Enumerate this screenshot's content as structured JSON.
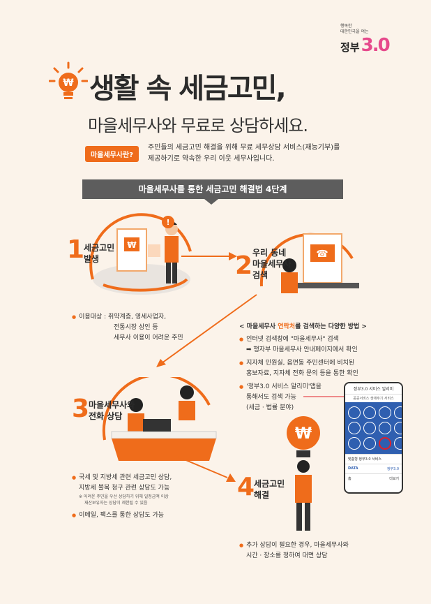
{
  "logo": {
    "line1": "행복한",
    "line2": "대한민국을 여는",
    "main": "정부",
    "num": "3.0"
  },
  "title": {
    "main": "생활 속 세금고민,",
    "sub": "마을세무사와 무료로 상담하세요."
  },
  "intro": {
    "pill": "마을세무사란?",
    "line1": "주민들의 세금고민 해결을 위해 무료 세무상담 서비스(재능기부)를",
    "line2": "제공하기로 약속한 우리 이웃 세무사입니다."
  },
  "banner": "마을세무사를 통한 세금고민 해결법 4단계",
  "steps": {
    "s1": {
      "num": "1",
      "l1": "세금고민",
      "l2": "발생"
    },
    "s2": {
      "num": "2",
      "l1": "우리 동네",
      "l2": "마을세무사",
      "l3": "검색"
    },
    "s3": {
      "num": "3",
      "l1": "마을세무사와",
      "l2": "전화 상담"
    },
    "s4": {
      "num": "4",
      "l1": "세금고민",
      "l2": "해결"
    }
  },
  "notes1": {
    "l1": "이용대상 : 취약계층, 영세사업자,",
    "l2": "전통시장 상인 등",
    "l3": "세무사 이용이 어려운 주민"
  },
  "notes2": {
    "head_pre": "< 마을세무사 ",
    "head_hl": "연락처",
    "head_post": "를 검색하는 다양한 방법 >",
    "a1": "인터넷 검색창에 \"마을세무사\" 검색",
    "a2": "➡ 행자부 마을세무사 안내페이지에서 확인",
    "b1": "지자체 민원실, 읍면동 주민센터에 비치된",
    "b2": "홍보자료, 지자체 전화 문의 등을 통한 확인",
    "c1": "'정부3.0 서비스 알리미'앱을",
    "c2": "통해서도 검색 가능",
    "c3": "(세금 · 법률 분야)"
  },
  "notes3": {
    "a1": "국세 및 지방세 관련 세금고민 상담,",
    "a2": "지방세 불복 청구 관련 상담도 가능",
    "small1": "※ 어려운 주민을 우선 상담하기 위해 일정금액 이상",
    "small2": "재산보유자는 상담이 제한될 수 있음",
    "b1": "이메일, 팩스를 통한 상담도 가능"
  },
  "notes4": {
    "a1": "추가 상담이 필요한 경우, 마을세무사와",
    "a2": "시간 · 장소를 정하여 대면 상담"
  },
  "phone": {
    "title": "정부3.0 서비스 알리미",
    "sub": "공공서비스 생애주기 서비스",
    "row1": "맞춤형 정부3.0 서비스",
    "row2_left": "DATA",
    "row2_right": "정부3.0",
    "nav_left": "홈",
    "nav_right": "더보기"
  },
  "colors": {
    "accent": "#ef6c1b",
    "background": "#fbf3ea",
    "banner": "#5d5d5d"
  }
}
